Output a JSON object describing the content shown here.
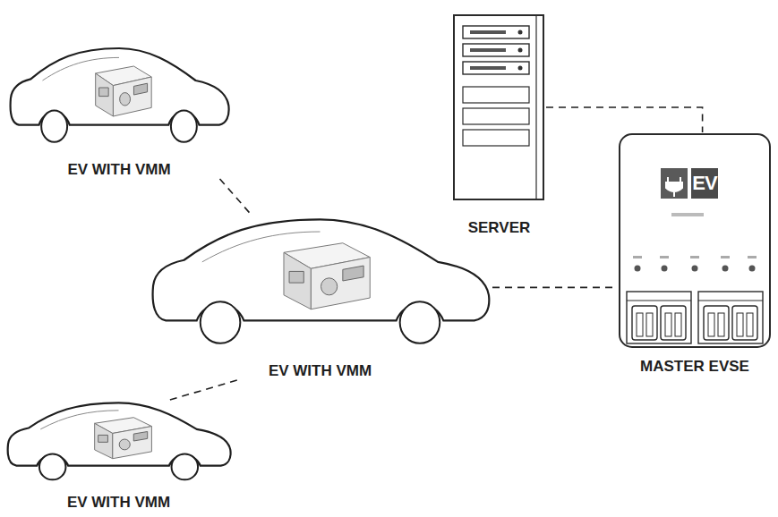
{
  "diagram": {
    "nodes": [
      {
        "text": [
          "EV WITH VMM"
        ]
      },
      {
        "text": [
          "SERVER"
        ]
      },
      {
        "text": [
          "EV WITH VMM"
        ]
      },
      {
        "text": [
          "EV",
          "MASTER EVSE"
        ]
      },
      {
        "text": [
          "EV WITH VMM"
        ]
      }
    ],
    "edges": [
      {
        "from": 0,
        "to": 2,
        "arrow": "none"
      },
      {
        "from": 4,
        "to": 2,
        "arrow": "none"
      },
      {
        "from": 2,
        "to": 3,
        "arrow": "none"
      },
      {
        "from": 1,
        "to": 3,
        "arrow": "none"
      }
    ]
  }
}
